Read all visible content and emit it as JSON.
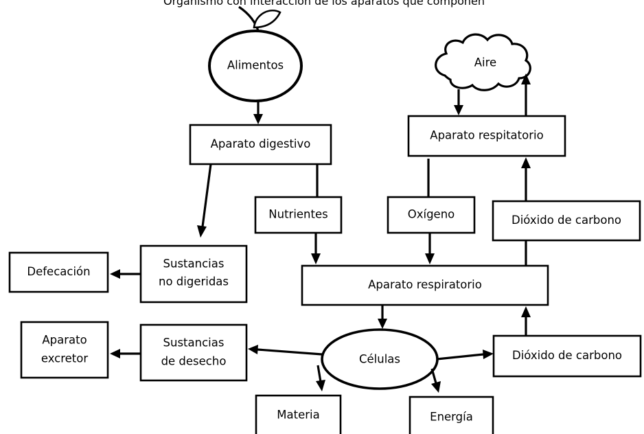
{
  "header_fragment": "Organismo con interacción de los aparatos que componen",
  "nodes": {
    "food": "Alimentos",
    "air": "Aire",
    "digestive": "Aparato digestivo",
    "respiratory_top": "Aparato respitatorio",
    "nutrients": "Nutrientes",
    "oxygen": "Oxígeno",
    "co2_upper": "Dióxido de carbono",
    "defecation": "Defecación",
    "undigested": [
      "Sustancias",
      "no digeridas"
    ],
    "respiratory_mid": "Aparato respiratorio",
    "excretory": [
      "Aparato",
      "excretor"
    ],
    "waste": [
      "Sustancias",
      "de desecho"
    ],
    "cells": "Células",
    "co2_lower": "Dióxido de carbono",
    "matter": "Materia",
    "energy": "Energía"
  }
}
